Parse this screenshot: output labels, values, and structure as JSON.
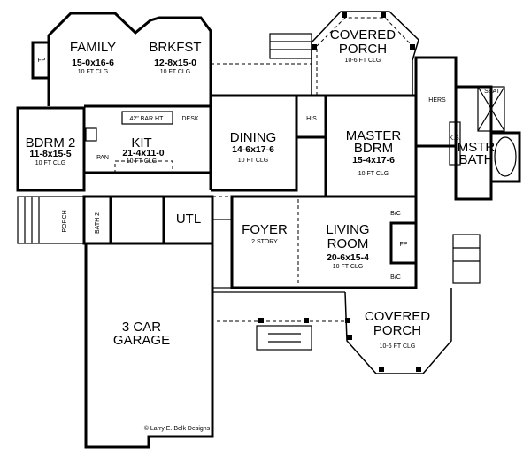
{
  "rooms": {
    "family": {
      "name": "FAMILY",
      "dims": "15-0x16-6",
      "ceiling": "10 FT CLG"
    },
    "brkfst": {
      "name": "BRKFST",
      "dims": "12-8x15-0",
      "ceiling": "10 FT CLG"
    },
    "kit": {
      "name": "KIT",
      "dims": "21-4x11-0",
      "ceiling": "10 FT CLG"
    },
    "bdrm2": {
      "name": "BDRM 2",
      "dims": "11-8x15-5",
      "ceiling": "10 FT CLG"
    },
    "dining": {
      "name": "DINING",
      "dims": "14-6x17-6",
      "ceiling": "10 FT CLG"
    },
    "master": {
      "name1": "MASTER",
      "name2": "BDRM",
      "dims": "15-4x17-6",
      "ceiling": "10 FT CLG"
    },
    "mstr_bath": {
      "name1": "MSTR",
      "name2": "BATH"
    },
    "foyer": {
      "name": "FOYER",
      "note": "2 STORY"
    },
    "living": {
      "name1": "LIVING",
      "name2": "ROOM",
      "dims": "20-6x15-4",
      "ceiling": "10 FT CLG"
    },
    "porch_top": {
      "name1": "COVERED",
      "name2": "PORCH",
      "ceiling": "10-6 FT CLG"
    },
    "porch_bottom": {
      "name1": "COVERED",
      "name2": "PORCH",
      "ceiling": "10-6 FT CLG"
    },
    "garage": {
      "name1": "3 CAR",
      "name2": "GARAGE"
    },
    "bath2": {
      "name": "BATH 2"
    },
    "utl": {
      "name": "UTL"
    }
  },
  "labels": {
    "fp": "FP",
    "bar": "42\" BAR HT.",
    "desk": "DESK",
    "pan": "PAN",
    "his": "HIS",
    "hers": "HERS",
    "seat": "SEAT",
    "ks": "K.S.",
    "bc": "B/C",
    "porch": "PORCH"
  },
  "copyright": "© Larry E. Belk Designs"
}
